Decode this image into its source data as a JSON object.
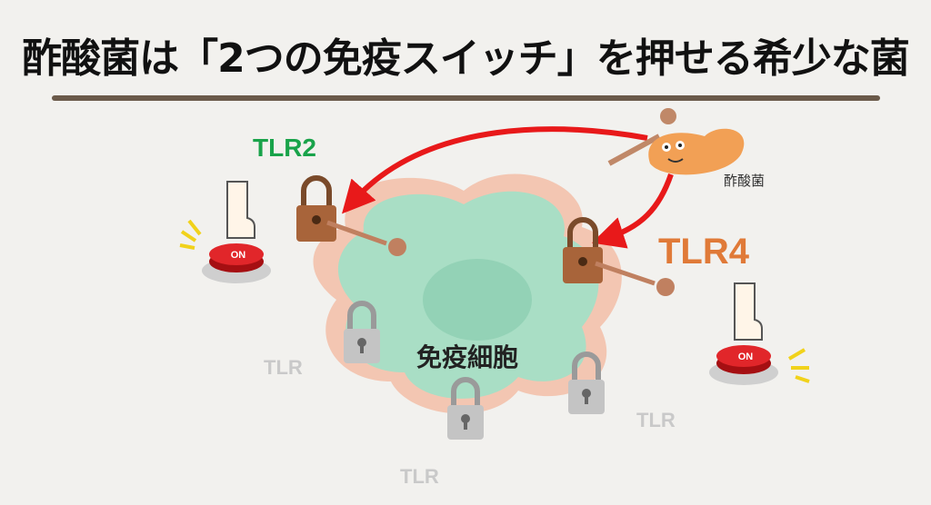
{
  "title": "酢酸菌は「2つの免疫スイッチ」を押せる希少な菌",
  "labels": {
    "tlr2": "TLR2",
    "tlr4": "TLR4",
    "immune_cell": "免疫細胞",
    "bacteria": "酢酸菌",
    "tlr_inactive": [
      "TLR",
      "TLR",
      "TLR"
    ],
    "button_on": "ON"
  },
  "colors": {
    "tlr2": "#19a34a",
    "tlr4": "#e07a38",
    "arrow": "#e8191a",
    "rule": "#6b5a4a"
  }
}
